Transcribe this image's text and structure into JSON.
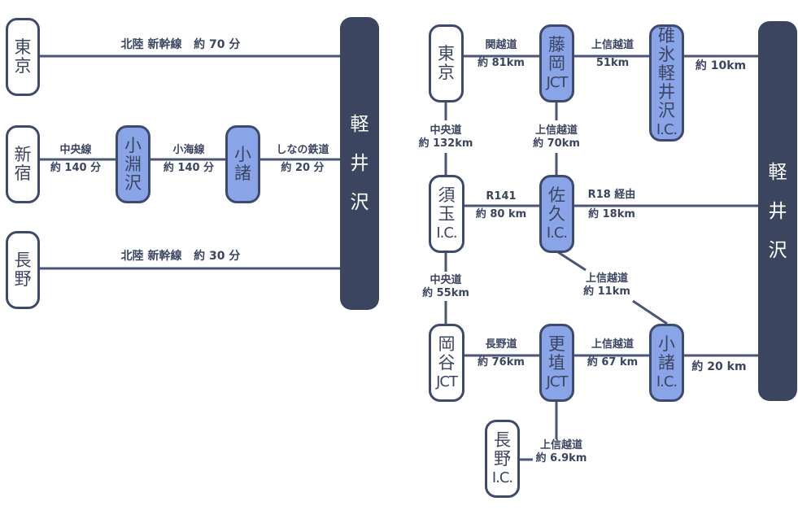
{
  "colors": {
    "dark": "#3b4560",
    "highlight": "#8aa4e8",
    "line": "#4a5675"
  },
  "train": {
    "destination": "軽井沢",
    "origins": [
      {
        "name": "東京"
      },
      {
        "name": "新宿"
      },
      {
        "name": "長野"
      }
    ],
    "via": [
      {
        "name": "小淵沢"
      },
      {
        "name": "小諸"
      }
    ],
    "routes": [
      {
        "line": "北陸 新幹線",
        "time": "約 70 分"
      },
      {
        "line": "中央線",
        "time": "約 140 分"
      },
      {
        "line": "小海線",
        "time": "約 140 分"
      },
      {
        "line": "しなの鉄道",
        "time": "約 20 分"
      },
      {
        "line": "北陸 新幹線",
        "time": "約 30 分"
      }
    ]
  },
  "car": {
    "destination": "軽井沢",
    "nodes": {
      "tokyo": "東京",
      "fujioka": [
        "藤",
        "岡",
        "JCT"
      ],
      "usui": [
        "碓",
        "氷",
        "軽",
        "井",
        "沢",
        "I.C."
      ],
      "sudama": [
        "須",
        "玉",
        "I.C."
      ],
      "saku": [
        "佐",
        "久",
        "I.C."
      ],
      "okaya": [
        "岡",
        "谷",
        "JCT"
      ],
      "koshoku": [
        "更",
        "埴",
        "JCT"
      ],
      "komoro": [
        "小",
        "諸",
        "I.C."
      ],
      "nagano": [
        "長",
        "野",
        "I.C."
      ]
    },
    "segments": [
      {
        "road": "関越道",
        "distance": "約 81km"
      },
      {
        "road": "上信越道",
        "distance": "51km"
      },
      {
        "road": "",
        "distance": "約 10km"
      },
      {
        "road": "中央道",
        "distance": "約 132km"
      },
      {
        "road": "上信越道",
        "distance": "約 70km"
      },
      {
        "road": "R141",
        "distance": "約 80 km"
      },
      {
        "road": "R18 経由",
        "distance": "約 18km"
      },
      {
        "road": "中央道",
        "distance": "約 55km"
      },
      {
        "road": "上信越道",
        "distance": "約 11km"
      },
      {
        "road": "長野道",
        "distance": "約 76km"
      },
      {
        "road": "上信越道",
        "distance": "約 67 km"
      },
      {
        "road": "",
        "distance": "約 20 km"
      },
      {
        "road": "上信越道",
        "distance": "約 6.9km"
      }
    ]
  }
}
